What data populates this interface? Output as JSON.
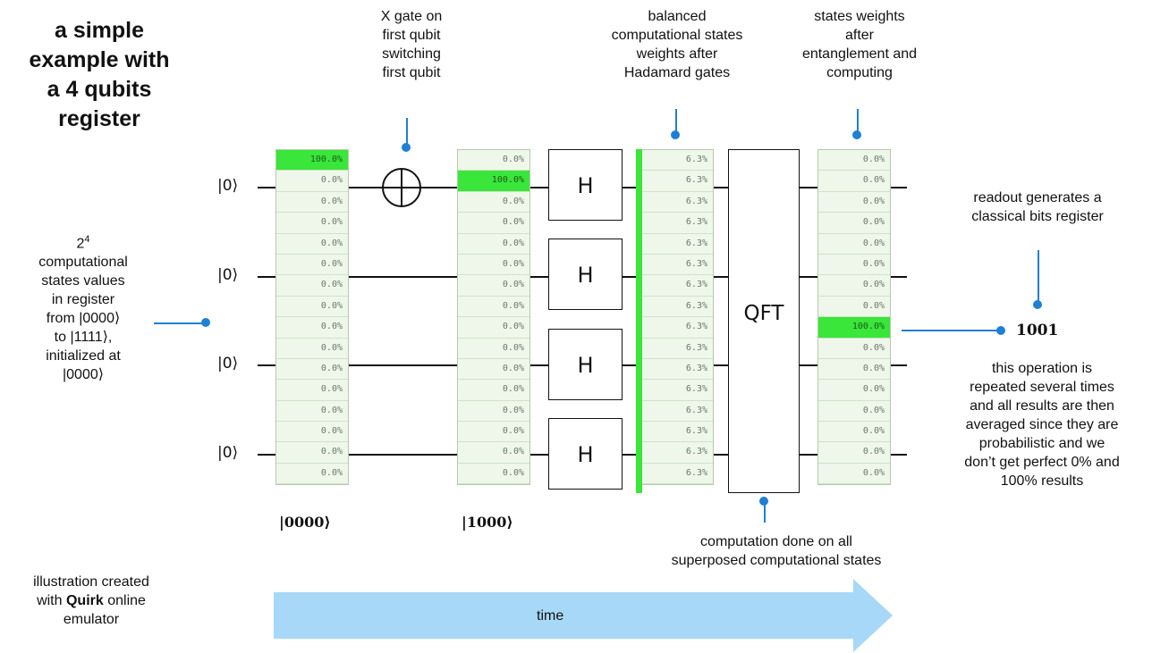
{
  "title": "a simple\nexample with\na 4 qubits\nregister",
  "notes": {
    "x_gate": "X gate on\nfirst qubit\nswitching\nfirst qubit",
    "balanced": "balanced\ncomputational states\nweights after\nHadamard gates",
    "after_entanglement": "states weights\nafter\nentanglement and\ncomputing",
    "readout": "readout generates a\nclassical bits register",
    "register_values_exp": "2",
    "register_values_sup": "4",
    "register_values": "computational\nstates values\nin register",
    "register_from": "from |0000⟩",
    "register_to": "to |1111⟩,",
    "register_init_1": "initialized at",
    "register_init_2": "|0000⟩",
    "repeated": "this operation is\nrepeated several times\nand all results are then\naveraged since they are\nprobabilistic and we\ndon’t get perfect 0% and\n100% results",
    "computation": "computation done on all\nsuperposed computational states",
    "illustration_1": "illustration created",
    "illustration_with": "with ",
    "illustration_quirk": "Quirk",
    "illustration_online": " online",
    "illustration_3": "emulator"
  },
  "qubit_labels": [
    "|0⟩",
    "|0⟩",
    "|0⟩",
    "|0⟩"
  ],
  "col1_label": "|0000⟩",
  "col2_label": "|1000⟩",
  "readout_value": "1001",
  "arrow_label": "time",
  "gates": {
    "x": "⊕",
    "h": "H",
    "qft": "QFT"
  },
  "columns": {
    "col1": [
      "100.0%",
      "0.0%",
      "0.0%",
      "0.0%",
      "0.0%",
      "0.0%",
      "0.0%",
      "0.0%",
      "0.0%",
      "0.0%",
      "0.0%",
      "0.0%",
      "0.0%",
      "0.0%",
      "0.0%",
      "0.0%"
    ],
    "col2": [
      "0.0%",
      "100.0%",
      "0.0%",
      "0.0%",
      "0.0%",
      "0.0%",
      "0.0%",
      "0.0%",
      "0.0%",
      "0.0%",
      "0.0%",
      "0.0%",
      "0.0%",
      "0.0%",
      "0.0%",
      "0.0%"
    ],
    "col3": [
      "6.3%",
      "6.3%",
      "6.3%",
      "6.3%",
      "6.3%",
      "6.3%",
      "6.3%",
      "6.3%",
      "6.3%",
      "6.3%",
      "6.3%",
      "6.3%",
      "6.3%",
      "6.3%",
      "6.3%",
      "6.3%"
    ],
    "col4": [
      "0.0%",
      "0.0%",
      "0.0%",
      "0.0%",
      "0.0%",
      "0.0%",
      "0.0%",
      "0.0%",
      "100.0%",
      "0.0%",
      "0.0%",
      "0.0%",
      "0.0%",
      "0.0%",
      "0.0%",
      "0.0%"
    ]
  },
  "highlight": {
    "col1": 0,
    "col2": 1,
    "col4": 8
  },
  "colors": {
    "accent": "#1f7fd4",
    "highlight": "#39e639",
    "arrow": "#a7d8f7"
  }
}
